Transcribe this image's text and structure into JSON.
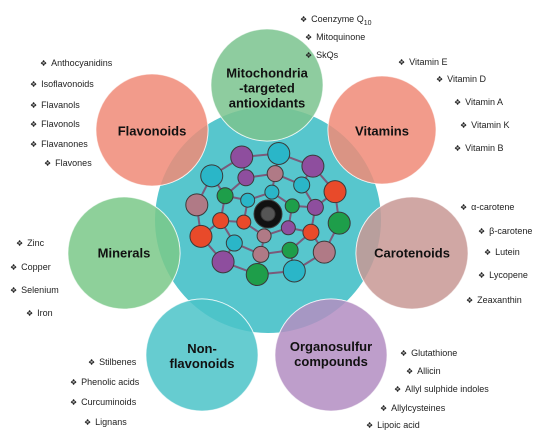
{
  "categories": [
    {
      "key": "mito",
      "title_lines": [
        "Mitochondria",
        "-targeted",
        "antioxidants"
      ],
      "color": "#7cc490",
      "items": [
        "Coenzyme Q10",
        "Mitoquinone",
        "SkQs"
      ]
    },
    {
      "key": "vit",
      "title_lines": [
        "Vitamins"
      ],
      "color": "#f08b78",
      "items": [
        "Vitamin E",
        "Vitamin D",
        "Vitamin A",
        "Vitamin K",
        "Vitamin B"
      ]
    },
    {
      "key": "car",
      "title_lines": [
        "Carotenoids"
      ],
      "color": "#c99896",
      "items": [
        "α-carotene",
        "β-carotene",
        "Lutein",
        "Lycopene",
        "Zeaxanthin"
      ]
    },
    {
      "key": "org",
      "title_lines": [
        "Organosulfur",
        "compounds"
      ],
      "color": "#b48ec2",
      "items": [
        "Glutathione",
        "Allicin",
        "Allyl sulphide indoles",
        "Allylcysteines",
        "Lipoic acid"
      ]
    },
    {
      "key": "nonf",
      "title_lines": [
        "Non-",
        "flavonoids"
      ],
      "color": "#4cc4c9",
      "items": [
        "Stilbenes",
        "Phenolic acids",
        "Curcuminoids",
        "Lignans"
      ]
    },
    {
      "key": "min",
      "title_lines": [
        "Minerals"
      ],
      "color": "#7cc98a",
      "items": [
        "Zinc",
        "Copper",
        "Selenium",
        "Iron"
      ]
    },
    {
      "key": "fla",
      "title_lines": [
        "Flavonoids"
      ],
      "color": "#f08b78",
      "items": [
        "Anthocyanidins",
        "Isoflavonoids",
        "Flavanols",
        "Flavonols",
        "Flavanones",
        "Flavones"
      ]
    }
  ],
  "bullet": "❖",
  "colors": {
    "center": "#45c0c8",
    "ring_line": "#7a5a7a",
    "node_palette": [
      "#2ab6c8",
      "#8e4e9e",
      "#e84a2a",
      "#1e9e4a",
      "#b07a86"
    ]
  }
}
